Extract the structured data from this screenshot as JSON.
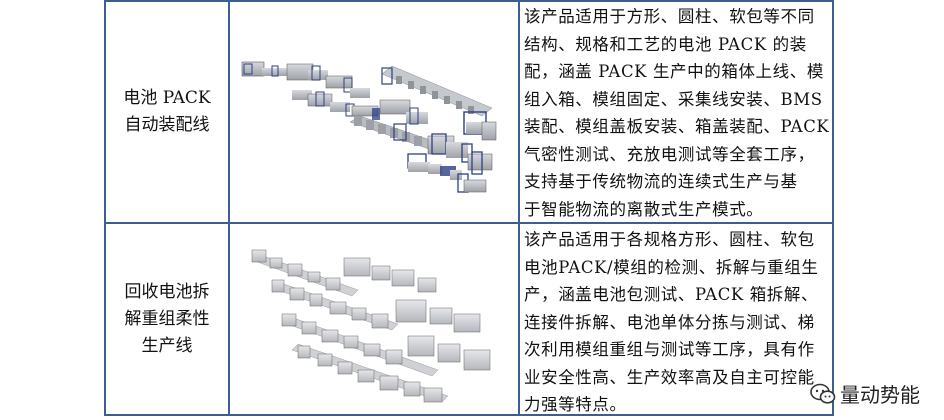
{
  "rows": [
    {
      "name": "电池 PACK\n自动装配线",
      "image_label": "battery-pack-line-illustration",
      "description": "该产品适用于方形、圆柱、软包等不同\n结构、规格和工艺的电池 PACK 的装\n配，涵盖 PACK 生产中的箱体上线、模\n组入箱、模组固定、采集线安装、BMS\n装配、模组盖板安装、箱盖装配、PACK\n气密性测试、充放电测试等全套工序，\n支持基于传统物流的连续式生产与基\n于智能物流的离散式生产模式。"
    },
    {
      "name": "回收电池拆\n解重组柔性\n生产线",
      "image_label": "battery-recycling-line-illustration",
      "description": "该产品适用于各规格方形、圆柱、软包\n电池PACK/模组的检测、拆解与重组生\n产，涵盖电池包测试、PACK 箱拆解、\n连接件拆解、电池单体分拣与测试、梯\n次利用模组重组与测试等工序，具有作\n业安全性高、生产效率高及自主可控能\n力强等特点。"
    }
  ],
  "watermark": {
    "text": "量动势能",
    "icon": "wechat-icon"
  },
  "colors": {
    "border": "#3d5f8f",
    "machine_blue": "#2c3f86",
    "machine_gray": "#a9acb2"
  }
}
